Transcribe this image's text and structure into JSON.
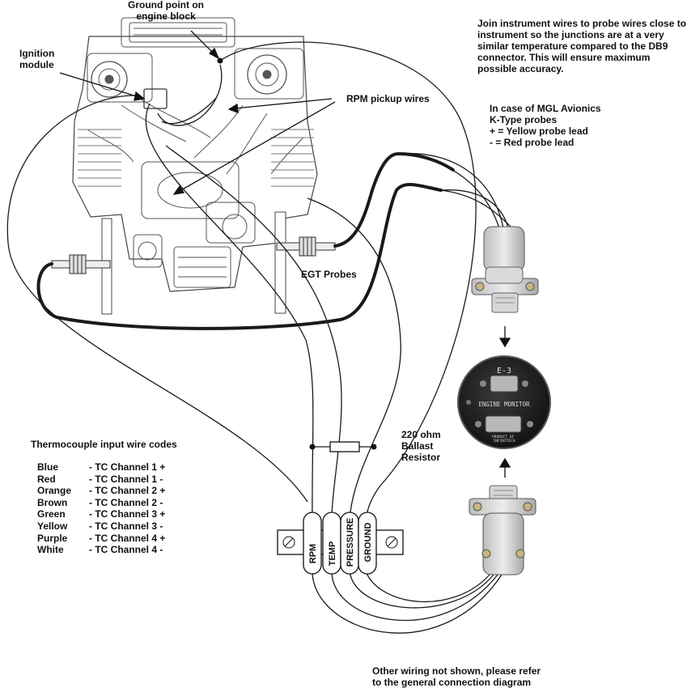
{
  "labels": {
    "ground_point": "Ground point on\nengine block",
    "ignition_module": "Ignition\nmodule",
    "rpm_pickup": "RPM pickup wires",
    "egt_probes": "EGT Probes",
    "ballast": "220 ohm\nBallast\nResistor",
    "join_note": "Join instrument wires to probe wires close to instrument so the junctions are at a very similar temperature compared to the DB9 connector. This will ensure maximum possible accuracy.",
    "mgl_note": "In case of MGL Avionics\nK-Type probes\n+ = Yellow probe lead\n- = Red probe lead",
    "bottom_note": "Other wiring not shown, please refer\nto  the general connection diagram"
  },
  "thermocouple": {
    "title": "Thermocouple input wire codes",
    "rows": [
      {
        "color": "Blue",
        "channel": "- TC Channel 1 +"
      },
      {
        "color": "Red",
        "channel": "- TC Channel 1 -"
      },
      {
        "color": "Orange",
        "channel": "- TC Channel 2 +"
      },
      {
        "color": "Brown",
        "channel": "- TC Channel 2 -"
      },
      {
        "color": "Green",
        "channel": "- TC Channel 3 +"
      },
      {
        "color": "Yellow",
        "channel": "- TC Channel 3 -"
      },
      {
        "color": "Purple",
        "channel": "- TC Channel 4 +"
      },
      {
        "color": "White",
        "channel": "- TC Channel 4 -"
      }
    ]
  },
  "terminals": [
    "RPM",
    "TEMP",
    "PRESSURE",
    "GROUND"
  ],
  "instrument": {
    "model": "E-3",
    "name": "ENGINE MONITOR",
    "maker": "PRODUCT OF\nINFINITECH"
  }
}
